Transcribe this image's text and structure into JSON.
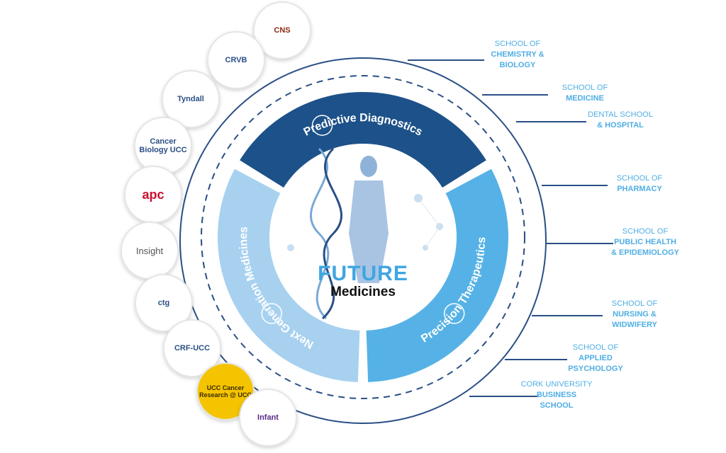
{
  "center": {
    "title": "FUTURE",
    "subtitle": "Medicines"
  },
  "segments": [
    {
      "label": "Predictive Diagnostics",
      "color": "#1d5189",
      "icon": "monitor-hands-icon"
    },
    {
      "label": "Precision Therapeutics",
      "color": "#56b2e6",
      "icon": "target-icon"
    },
    {
      "label": "Next Generation Medicines",
      "color": "#a8d1f0",
      "icon": "people-icon"
    }
  ],
  "colors": {
    "ring": "#2a4f86",
    "label": "#4faee4"
  },
  "schools": [
    {
      "line1": "SCHOOL OF",
      "line2": "CHEMISTRY &",
      "line3": "BIOLOGY"
    },
    {
      "line1": "SCHOOL OF",
      "line2": "MEDICINE"
    },
    {
      "line1": "DENTAL SCHOOL",
      "line2": "& HOSPITAL"
    },
    {
      "line1": "SCHOOL OF",
      "line2": "PHARMACY"
    },
    {
      "line1": "SCHOOL OF",
      "line2": "PUBLIC HEALTH",
      "line3": "& EPIDEMIOLOGY"
    },
    {
      "line1": "SCHOOL OF",
      "line2": "NURSING &",
      "line3": "WIDWIFERY"
    },
    {
      "line1": "SCHOOL OF",
      "line2": "APPLIED",
      "line3": "PSYCHOLOGY"
    },
    {
      "line1": "CORK UNIVERSITY",
      "line2": "BUSINESS",
      "line3": "SCHOOL"
    }
  ],
  "partners": [
    "CNS",
    "CRVB",
    "Tyndall",
    "Cancer Biology UCC",
    "apc",
    "Insight",
    "ctg",
    "CRF-UCC",
    "UCC Cancer Research @ UCC",
    "Infant"
  ]
}
